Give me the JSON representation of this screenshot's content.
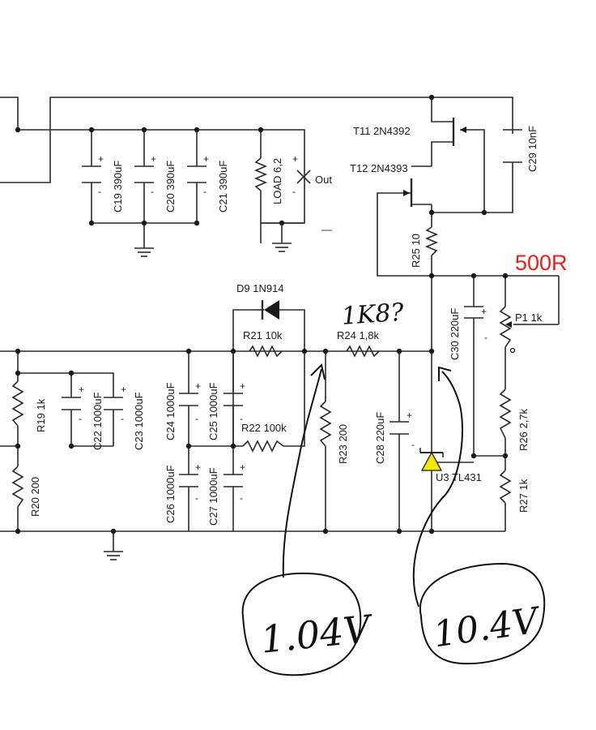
{
  "components": {
    "t11": "T11 2N4392",
    "t12": "T12 2N4393",
    "c29": "C29 10nF",
    "c19": "C19 390uF",
    "c20": "C20 390uF",
    "c21": "C21 390uF",
    "load": "LOAD 6,2",
    "out": "Out",
    "r25": "R25 10",
    "c30": "C30 220uF",
    "p1": "P1 1k",
    "d9": "D9 1N914",
    "r21": "R21 10k",
    "r24": "R24 1,8k",
    "r19": "R19 1k",
    "c22": "C22 1000uF",
    "c23": "C23 1000uF",
    "c24": "C24 1000uF",
    "c25": "C25 1000uF",
    "r22": "R22 100k",
    "r23": "R23 200",
    "c28": "C28 220uF",
    "u3": "U3 TL431",
    "r26": "R26 2,7k",
    "r27": "R27 1k",
    "r20": "R20 200",
    "c26": "C26 1000uF",
    "c27": "C27 1000uF"
  },
  "annotations": {
    "red_note": "500R",
    "note_1k8": "1K8?",
    "voltage_left": "1.04V",
    "voltage_right": "10.4V"
  },
  "colors": {
    "annotation_red": "#e8201c",
    "tl431_fill": "#f5e800"
  }
}
